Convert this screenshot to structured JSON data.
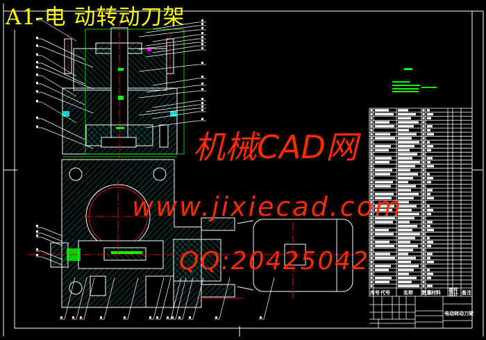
{
  "drawing": {
    "title": "A1-电 动转动刀架",
    "watermarks": [
      "机械CAD网",
      "www.jixiecad.com",
      "QQ:20425042"
    ]
  },
  "parts_table": {
    "headers": [
      "序号",
      "代号",
      "名称",
      "数量",
      "材料",
      "单件",
      "总计",
      "备注"
    ],
    "row_count": 45
  },
  "title_block": {
    "drawing_name": "电动转动刀架"
  },
  "colors": {
    "background": "#000000",
    "outline": "#ffffff",
    "hatch": "#00e5e5",
    "centerline": "#e01010",
    "dimension": "#00ff00",
    "title": "#ffff00",
    "watermark": "#ff2a00"
  }
}
